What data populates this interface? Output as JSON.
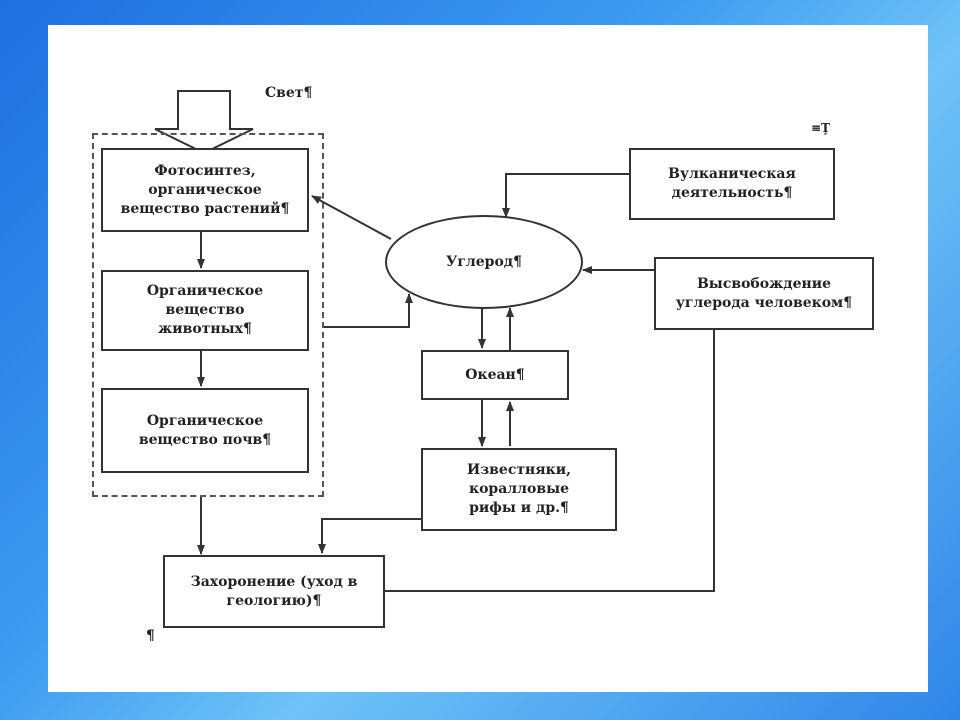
{
  "diagram": {
    "light_label": "Свет¶",
    "corner_mark": "≡Ţ",
    "stray_mark": "¶",
    "nodes": {
      "photosynthesis": "Фотосинтез,\nорганическое\nвещество растений¶",
      "animals": "Органическое\nвещество\nживотных¶",
      "soils": "Органическое\nвещество почв¶",
      "carbon": "Углерод¶",
      "volcanic": "Вулканическая\nдеятельность¶",
      "human_release": "Высвобождение\nуглерода человеком¶",
      "ocean": "Океан¶",
      "limestone": "Известняки,\nкоралловые\nрифы и др.¶",
      "burial": "Захоронение (уход в\nгеологию)¶"
    }
  }
}
